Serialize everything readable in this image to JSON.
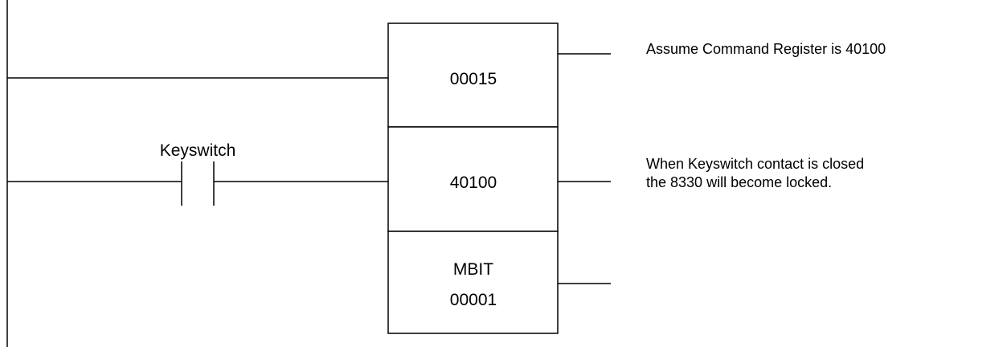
{
  "contact": {
    "label": "Keyswitch"
  },
  "block": {
    "top": "00015",
    "middle": "40100",
    "bottom_line1": "MBIT",
    "bottom_line2": "00001"
  },
  "notes": {
    "assume": "Assume Command Register is 40100",
    "when_line1": "When Keyswitch contact is closed",
    "when_line2": "the 8330 will become locked."
  }
}
